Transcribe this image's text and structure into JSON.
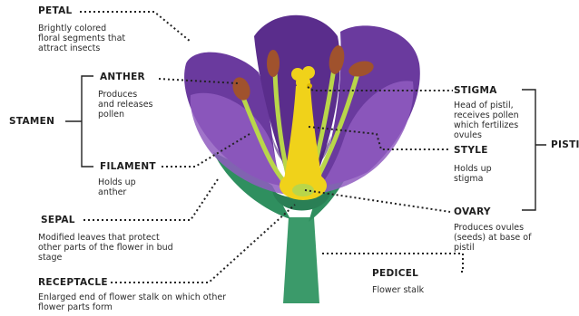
{
  "labels": {
    "petal": {
      "name": "PETAL",
      "desc": [
        "Brightly colored",
        "floral segments that",
        "attract insects"
      ]
    },
    "anther": {
      "name": "ANTHER",
      "desc": [
        "Produces",
        "and releases",
        "pollen"
      ]
    },
    "stamen": {
      "name": "STAMEN"
    },
    "filament": {
      "name": "FILAMENT",
      "desc": [
        "Holds up",
        "anther"
      ]
    },
    "sepal": {
      "name": "SEPAL",
      "desc": [
        "Modified leaves that protect",
        "other parts of the flower in bud",
        "stage"
      ]
    },
    "receptacle": {
      "name": "RECEPTACLE",
      "desc": [
        "Enlarged end of flower stalk on which other",
        "flower parts form"
      ]
    },
    "stigma": {
      "name": "STIGMA",
      "desc": [
        "Head of pistil,",
        "receives pollen",
        "which fertilizes",
        "ovules"
      ]
    },
    "style": {
      "name": "STYLE",
      "desc": [
        "Holds up",
        "stigma"
      ]
    },
    "pistil": {
      "name": "PISTI"
    },
    "ovary": {
      "name": "OVARY",
      "desc": [
        "Produces ovules",
        "(seeds) at base of",
        "pistil"
      ]
    },
    "pedicel": {
      "name": "PEDICEL",
      "desc": [
        "Flower stalk"
      ]
    }
  },
  "colors": {
    "petal_dark": "#4a2179",
    "petal_mid": "#6a3a9e",
    "petal_light": "#8f5cc0",
    "sepal_green": "#2f8f5f",
    "stem_green": "#3b9a6a",
    "pistil_yellow": "#f0d21a",
    "filament_green": "#b9d64a",
    "anther_brown": "#a0522d",
    "leader": "#222222"
  }
}
